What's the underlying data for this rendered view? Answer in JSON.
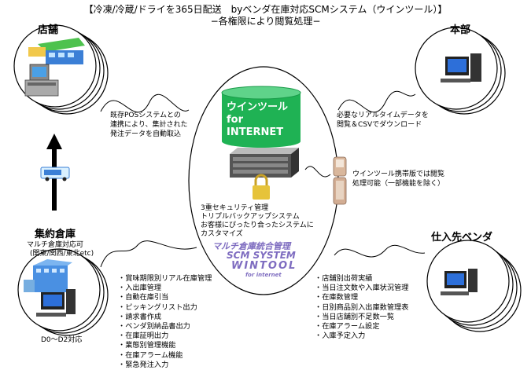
{
  "title": {
    "line1": "【冷凍/冷蔵/ドライを365日配送　byベンダ在庫対応SCMシステム（ウインツール）】",
    "line2": "−各権限により閲覧処理−"
  },
  "store": {
    "label": "店舗"
  },
  "hq": {
    "label": "本部"
  },
  "warehouse": {
    "label": "集約倉庫",
    "sub1": "マルチ倉庫対応可",
    "sub2": "(関東/関西/東北etc)",
    "temp": "D0〜D2対応"
  },
  "vendor": {
    "label": "仕入先ベンダ"
  },
  "center": {
    "cylinder_line1": "ウインツール",
    "cylinder_line2": "for",
    "cylinder_line3": "INTERNET",
    "security": [
      "3重セキュリティ管理",
      "トリプルバックアップシステム",
      "お客様にぴったり合ったシステムに",
      "カスタマイズ"
    ],
    "logo_line1": "マルチ倉庫統合管理",
    "logo_line2": "SCM SYSTEM",
    "logo_line3": "WINTOOL",
    "logo_line4": "for internet"
  },
  "notes": {
    "store_note": [
      "既存POSシステムとの",
      "連携により、集計された",
      "発注データを自動取込"
    ],
    "hq_note": [
      "必要なリアルタイムデータを",
      "閲覧＆CSVでダウンロード"
    ],
    "mobile_note": [
      "ウインツール携帯版では閲覧",
      "処理可能（一部機能を除く）"
    ]
  },
  "warehouse_functions": [
    "賞味期限別リアル在庫管理",
    "入出庫管理",
    "自動在庫引当",
    "ピッキングリスト出力",
    "請求書作成",
    "ベンダ別納品書出力",
    "在庫証明出力",
    "業態別管理機能",
    "在庫アラーム機能",
    "緊急発注入力"
  ],
  "vendor_functions": [
    "店舗別出荷実績",
    "当日注文数や入庫状況管理",
    "在庫数管理",
    "日別商品別入出庫数管理表",
    "当日店舗別不足数一覧",
    "在庫アラーム設定",
    "入庫予定入力"
  ],
  "bullet": "・",
  "colors": {
    "cylinder": "#1fb254",
    "logo": "#7e6cc0",
    "server": "#555555"
  },
  "icons": [
    "store-building-icon",
    "pos-terminal-icon",
    "desktop-pc-icon",
    "truck-icon",
    "arrow-up-icon",
    "server-rack-icon",
    "padlock-icon",
    "mobile-phone-icon",
    "warehouse-building-icon"
  ]
}
